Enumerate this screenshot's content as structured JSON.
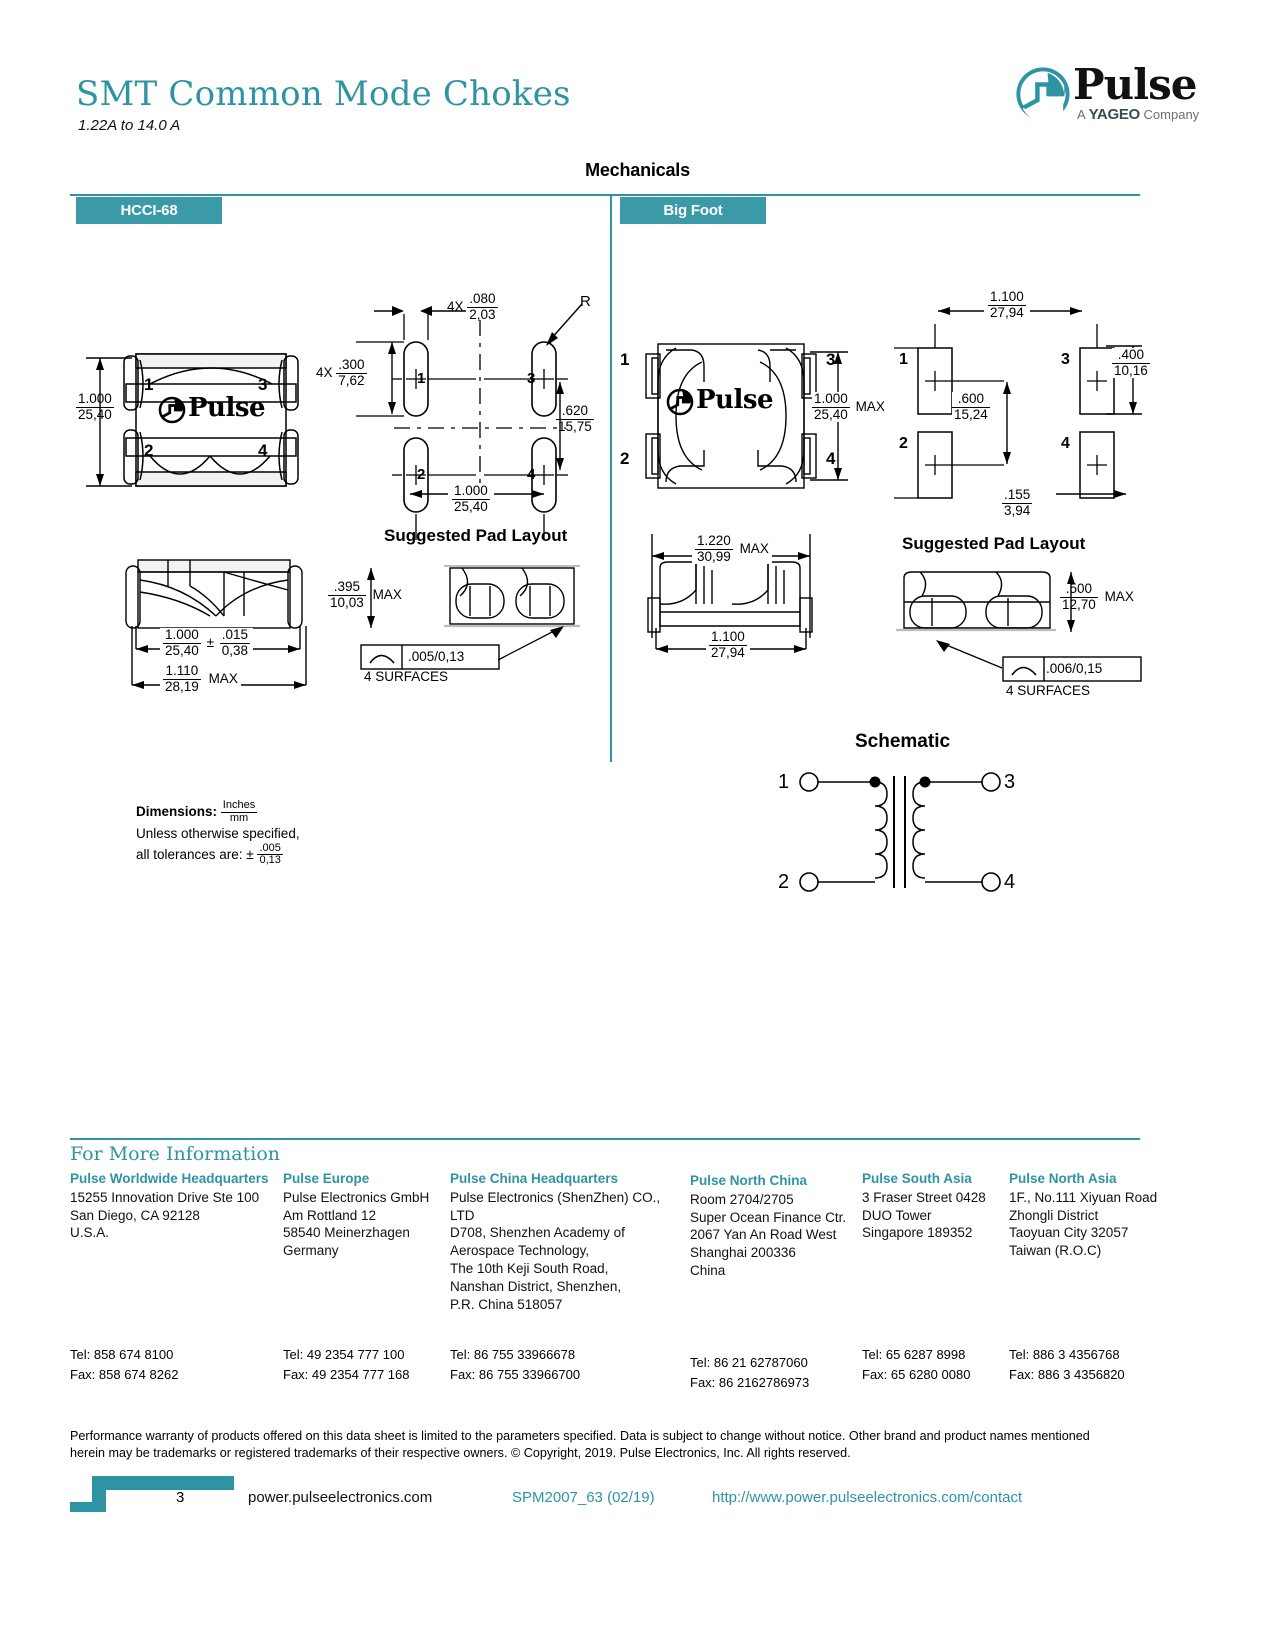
{
  "header": {
    "title": "SMT Common Mode Chokes",
    "subtitle": "1.22A to 14.0 A",
    "logo_word": "Pulse",
    "logo_tag_a": "A",
    "logo_tag_brand": "YAGEO",
    "logo_tag_company": "Company"
  },
  "section": {
    "title": "Mechanicals"
  },
  "left": {
    "tab": "HCCI-68",
    "top_view": {
      "height_dim": {
        "in": "1.000",
        "mm": "25,40"
      },
      "pins": [
        "1",
        "3",
        "2",
        "4"
      ],
      "logo_word": "Pulse"
    },
    "pad_layout": {
      "title": "Suggested Pad Layout",
      "pad_width": {
        "prefix": "4X",
        "in": ".080",
        "mm": "2,03"
      },
      "pad_height": {
        "prefix": "4X",
        "in": ".300",
        "mm": "7,62"
      },
      "radius_note": "R",
      "vertical_span": {
        "in": ".620",
        "mm": "15,75"
      },
      "horizontal_span": {
        "in": "1.000",
        "mm": "25,40"
      },
      "pins": [
        "1",
        "3",
        "2",
        "4"
      ]
    },
    "side_view": {
      "width_dim": {
        "in": "1.000",
        "mm": "25,40"
      },
      "tolerance": {
        "in": ".015",
        "mm": "0,38"
      },
      "tolerance_symbol": "±",
      "max_width": {
        "in": "1.110",
        "mm": "28,19"
      },
      "max_label": "MAX"
    },
    "pad_side": {
      "height": {
        "in": ".395",
        "mm": "10,03"
      },
      "max_label": "MAX",
      "flatness": ".005/0,13",
      "surfaces_note": "4 SURFACES"
    }
  },
  "right": {
    "tab": "Big Foot",
    "top_view": {
      "pins": [
        "1",
        "3",
        "2",
        "4"
      ],
      "logo_word": "Pulse",
      "height_dim": {
        "in": "1.000",
        "mm": "25,40"
      },
      "max_label": "MAX"
    },
    "side_view": {
      "max_width": {
        "in": "1.220",
        "mm": "30,99"
      },
      "max_label": "MAX",
      "width": {
        "in": "1.100",
        "mm": "27,94"
      }
    },
    "pad_layout": {
      "title": "Suggested Pad Layout",
      "pitch_x": {
        "in": "1.100",
        "mm": "27,94"
      },
      "pitch_y": {
        "in": ".600",
        "mm": "15,24"
      },
      "pad_height": {
        "in": ".400",
        "mm": "10,16"
      },
      "pad_width": {
        "in": ".155",
        "mm": "3,94"
      },
      "pins": [
        "1",
        "3",
        "2",
        "4"
      ]
    },
    "pad_side": {
      "height": {
        "in": ".500",
        "mm": "12,70"
      },
      "max_label": "MAX",
      "flatness": ".006/0,15",
      "surfaces_note": "4 SURFACES"
    }
  },
  "schematic": {
    "title": "Schematic",
    "pins": [
      "1",
      "3",
      "2",
      "4"
    ]
  },
  "dimensions_note": {
    "label": "Dimensions:",
    "units_num": "Inches",
    "units_den": "mm",
    "line1": "Unless otherwise specified,",
    "line2_pre": "all tolerances are: ±",
    "tol_num": ".005",
    "tol_den": "0,13"
  },
  "footer": {
    "more_info": "For More Information",
    "columns": [
      {
        "heading": "Pulse Worldwide Headquarters",
        "lines": [
          "15255 Innovation Drive Ste 100",
          "San Diego, CA 92128",
          "U.S.A."
        ],
        "tel": "Tel: 858 674 8100",
        "fax": "Fax: 858 674 8262"
      },
      {
        "heading": "Pulse Europe",
        "lines": [
          "Pulse Electronics GmbH",
          "Am Rottland 12",
          "58540 Meinerzhagen",
          "Germany"
        ],
        "tel": "Tel: 49 2354 777 100",
        "fax": "Fax: 49 2354 777 168"
      },
      {
        "heading": "Pulse China Headquarters",
        "lines": [
          "Pulse Electronics (ShenZhen) CO., LTD",
          "D708, Shenzhen Academy of",
          "Aerospace Technology,",
          "The 10th Keji South Road,",
          "Nanshan District, Shenzhen,",
          "P.R. China 518057"
        ],
        "tel": "Tel: 86 755 33966678",
        "fax": "Fax: 86 755 33966700"
      },
      {
        "heading": "Pulse North China",
        "lines": [
          "Room 2704/2705",
          "Super Ocean Finance Ctr.",
          "2067 Yan An Road West",
          "Shanghai 200336",
          "China"
        ],
        "tel": "Tel: 86 21 62787060",
        "fax": "Fax: 86 2162786973"
      },
      {
        "heading": "Pulse South Asia",
        "lines": [
          "3 Fraser Street 0428",
          "DUO Tower",
          "Singapore 189352"
        ],
        "tel": "Tel: 65 6287 8998",
        "fax": "Fax: 65 6280 0080"
      },
      {
        "heading": "Pulse North Asia",
        "lines": [
          "1F., No.111 Xiyuan Road",
          "Zhongli District",
          "Taoyuan City 32057",
          "Taiwan (R.O.C)"
        ],
        "tel": "Tel: 886 3 4356768",
        "fax": "Fax: 886 3 4356820"
      }
    ],
    "legal_line1": "Performance warranty of products offered on this data sheet is limited to the parameters specified. Data is subject to change without notice. Other brand and product names mentioned",
    "legal_line2": "herein may be trademarks or registered trademarks of their respective owners. © Copyright, 2019. Pulse Electronics, Inc. All rights reserved.",
    "page_number": "3",
    "site": "power.pulseelectronics.com",
    "doc_id": "SPM2007_63 (02/19)",
    "contact_url": "http://www.power.pulseelectronics.com/contact"
  },
  "colors": {
    "brand_teal": "#2e94a3",
    "tab_teal": "#3b9aa7"
  }
}
